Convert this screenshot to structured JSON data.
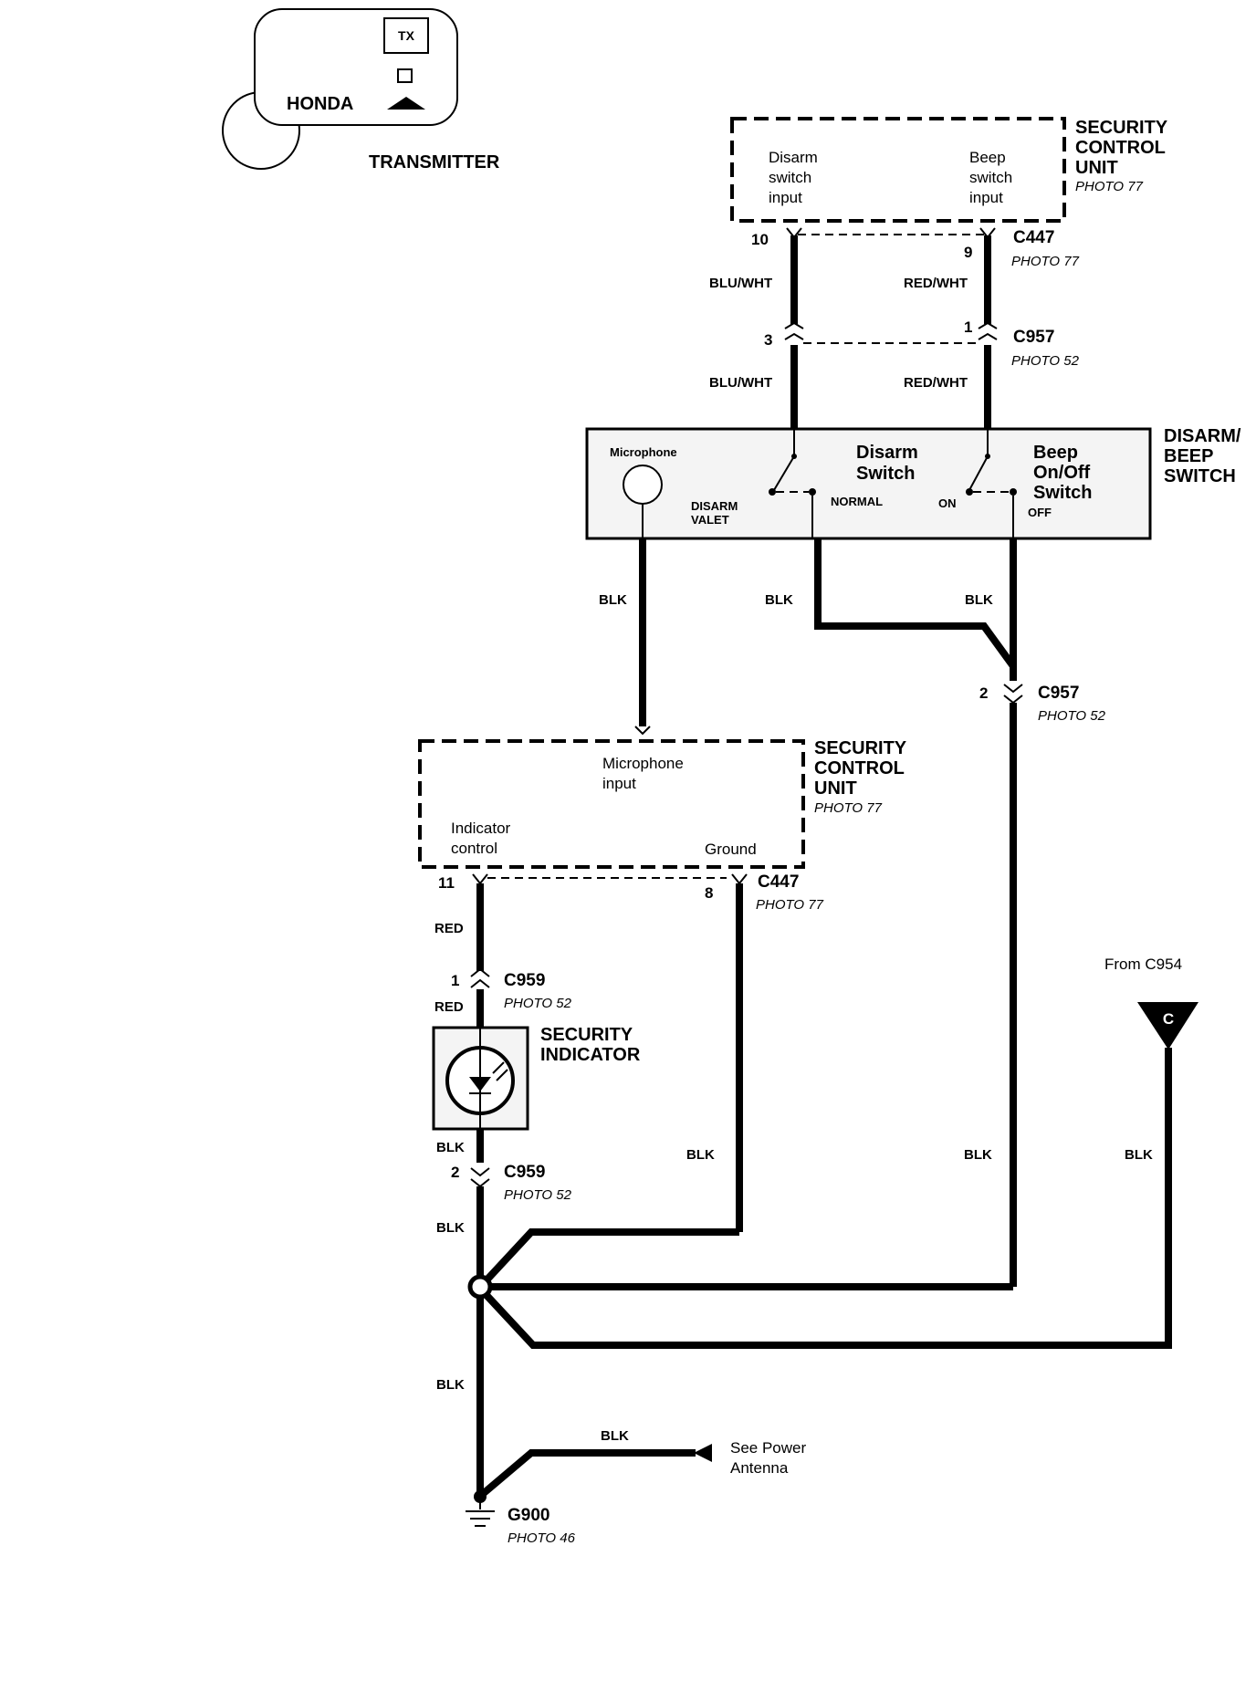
{
  "transmitter": {
    "label": "TRANSMITTER",
    "brand": "HONDA",
    "tx_button": "TX"
  },
  "security_control_unit_top": {
    "title": "SECURITY",
    "title2": "CONTROL",
    "title3": "UNIT",
    "photo": "PHOTO 77",
    "input_left": [
      "Disarm",
      "switch",
      "input"
    ],
    "input_right": [
      "Beep",
      "switch",
      "input"
    ]
  },
  "connectors": {
    "c447_top": {
      "name": "C447",
      "photo": "PHOTO 77",
      "pin_left": "10",
      "pin_right": "9"
    },
    "c957_top": {
      "name": "C957",
      "photo": "PHOTO 52",
      "pin_left": "3",
      "pin_right": "1"
    },
    "c957_mid": {
      "name": "C957",
      "photo": "PHOTO 52",
      "pin": "2"
    },
    "c447_mid": {
      "name": "C447",
      "photo": "PHOTO 77",
      "pin_left": "11",
      "pin_right": "8"
    },
    "c959_top": {
      "name": "C959",
      "photo": "PHOTO 52",
      "pin": "1"
    },
    "c959_bot": {
      "name": "C959",
      "photo": "PHOTO 52",
      "pin": "2"
    }
  },
  "wires": {
    "blu_wht": "BLU/WHT",
    "red_wht": "RED/WHT",
    "blk": "BLK",
    "red": "RED"
  },
  "disarm_beep_switch": {
    "title": [
      "DISARM/",
      "BEEP",
      "SWITCH"
    ],
    "microphone": "Microphone",
    "disarm_switch": [
      "Disarm",
      "Switch"
    ],
    "beep_switch": [
      "Beep",
      "On/Off",
      "Switch"
    ],
    "disarm_valet": [
      "DISARM",
      "VALET"
    ],
    "normal": "NORMAL",
    "on": "ON",
    "off": "OFF"
  },
  "security_control_unit_mid": {
    "title": "SECURITY",
    "title2": "CONTROL",
    "title3": "UNIT",
    "photo": "PHOTO 77",
    "microphone_input": [
      "Microphone",
      "input"
    ],
    "indicator_control": [
      "Indicator",
      "control"
    ],
    "ground": "Ground"
  },
  "security_indicator": [
    "SECURITY",
    "INDICATOR"
  ],
  "from_c954": "From C954",
  "terminal_c": "C",
  "see_power_antenna": [
    "See Power",
    "Antenna"
  ],
  "ground_g900": {
    "name": "G900",
    "photo": "PHOTO 46"
  }
}
